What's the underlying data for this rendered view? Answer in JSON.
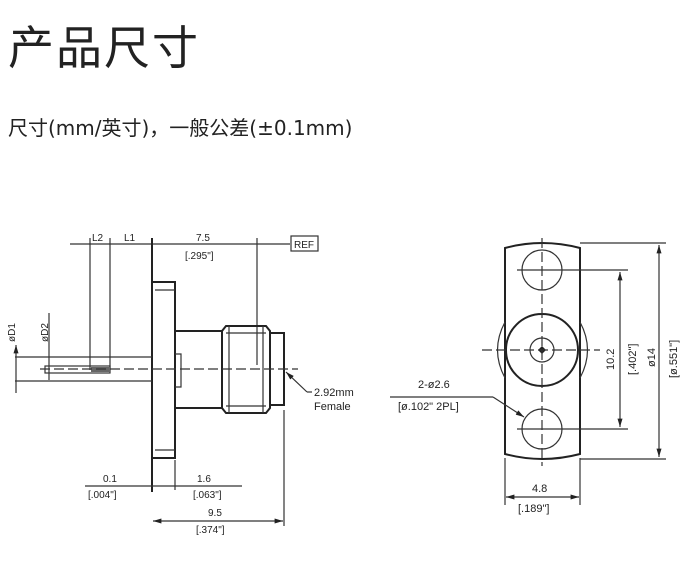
{
  "header": {
    "title": "产品尺寸",
    "subtitle": "尺寸(mm/英寸)，一般公差(±0.1mm)"
  },
  "drawing": {
    "side_view": {
      "l2": "L2",
      "l1": "L1",
      "length_ref_mm": "7.5",
      "length_ref_in": "[.295\"]",
      "ref_tag": "REF",
      "d1": "øD1",
      "d2": "øD2",
      "connector_type": "2.92mm",
      "connector_gender": "Female",
      "gap_mm": "0.1",
      "gap_in": "[.004\"]",
      "flange_mm": "1.6",
      "flange_in": "[.063\"]",
      "overall_mm": "9.5",
      "overall_in": "[.374\"]"
    },
    "front_view": {
      "hole_spec": "2-ø2.6",
      "hole_spec_in": "[ø.102\"  2PL]",
      "hole_spacing_mm": "10.2",
      "hole_spacing_in": "[.402\"]",
      "flange_dia_mm": "ø14",
      "flange_dia_in": "[ø.551\"]",
      "width_mm": "4.8",
      "width_in": "[.189\"]"
    }
  }
}
